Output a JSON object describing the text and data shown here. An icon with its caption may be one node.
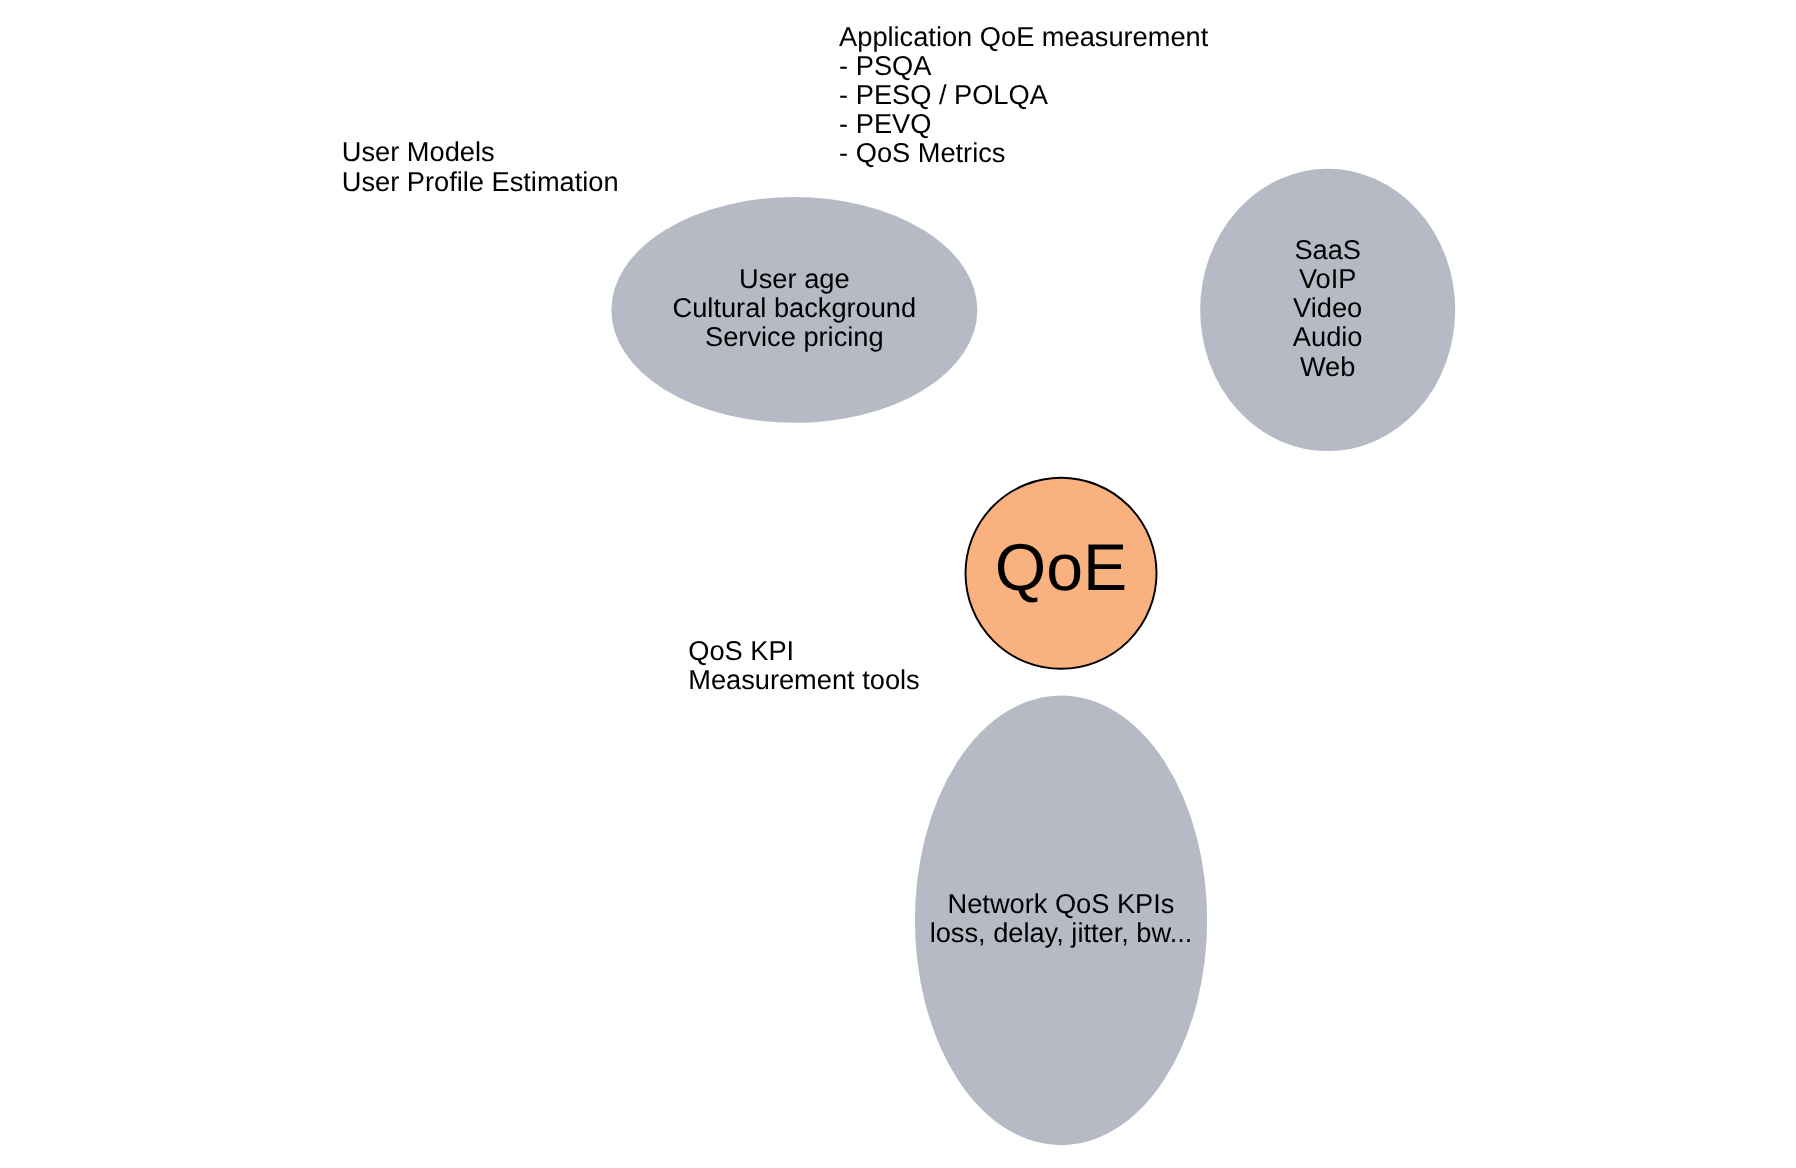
{
  "diagram": {
    "nodes": [
      {
        "text": [
          "User age",
          "Cultural background",
          "Service pricing"
        ],
        "beside": [
          "User Models",
          "User Profile Estimation"
        ]
      },
      {
        "text": [
          "SaaS",
          "VoIP",
          "Video",
          "Audio",
          "Web"
        ],
        "beside": [
          "Application QoE measurement",
          "- PSQA",
          "- PESQ / POLQA",
          "- PEVQ",
          "- QoS Metrics"
        ]
      },
      {
        "text": [
          "Network QoS KPIs",
          "loss, delay, jitter, bw..."
        ],
        "beside": [
          "QoS KPI",
          "Measurement tools"
        ]
      },
      {
        "text": [
          "QoE"
        ]
      }
    ],
    "edges": []
  }
}
